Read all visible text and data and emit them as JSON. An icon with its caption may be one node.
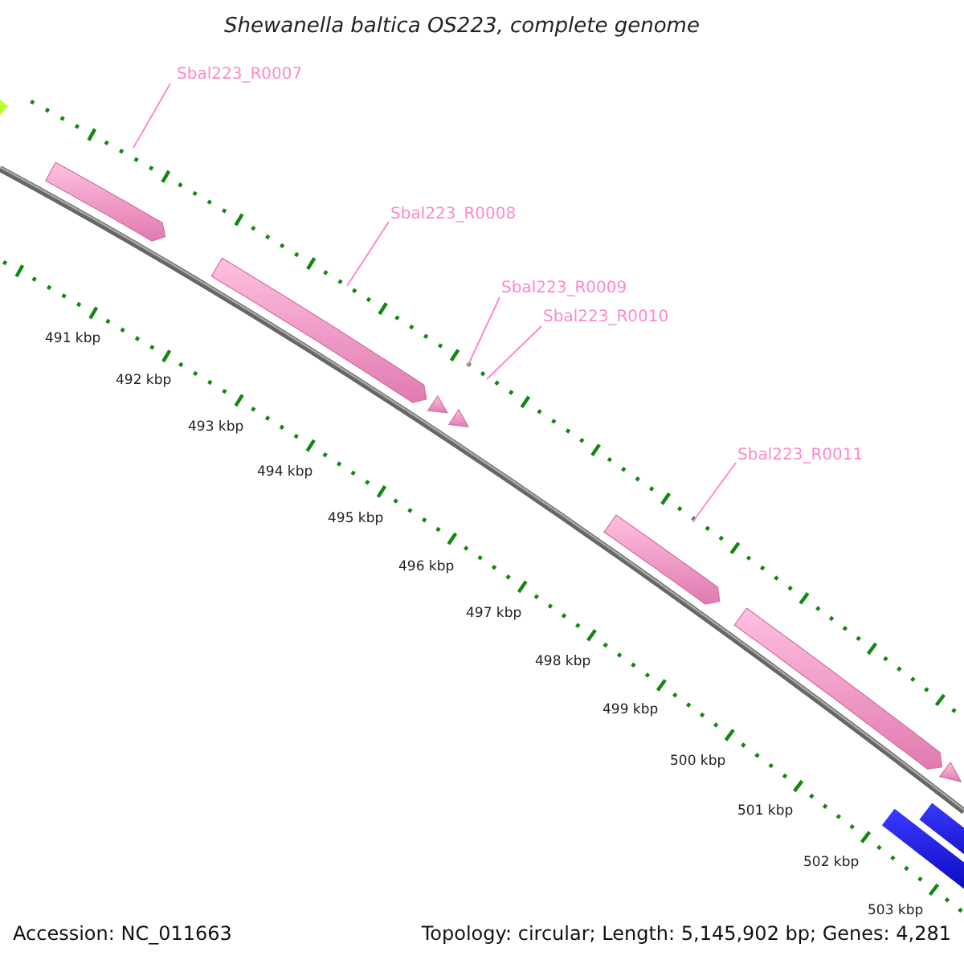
{
  "diagram": {
    "title": "Shewanella baltica OS223, complete genome",
    "nodes": [
      {
        "text": [
          "Sbal223_R0007"
        ]
      },
      {
        "text": [
          "Sbal223_R0008"
        ]
      },
      {
        "text": [
          "Sbal223_R0009"
        ]
      },
      {
        "text": [
          "Sbal223_R0010"
        ]
      },
      {
        "text": [
          "Sbal223_R0011"
        ]
      }
    ],
    "edges": [
      {
        "from": 0,
        "to": null,
        "arrow": "none"
      },
      {
        "from": 1,
        "to": null,
        "arrow": "none"
      },
      {
        "from": 2,
        "to": null,
        "arrow": "none"
      },
      {
        "from": 3,
        "to": null,
        "arrow": "none"
      },
      {
        "from": 4,
        "to": null,
        "arrow": "none"
      }
    ],
    "labels": [
      "491 kbp",
      "492 kbp",
      "493 kbp",
      "494 kbp",
      "495 kbp",
      "496 kbp",
      "497 kbp",
      "498 kbp",
      "499 kbp",
      "500 kbp",
      "501 kbp",
      "502 kbp",
      "503 kbp",
      "Accession: NC_011663",
      "Topology: circular; Length: 5,145,902 bp; Genes: 4,281"
    ]
  }
}
